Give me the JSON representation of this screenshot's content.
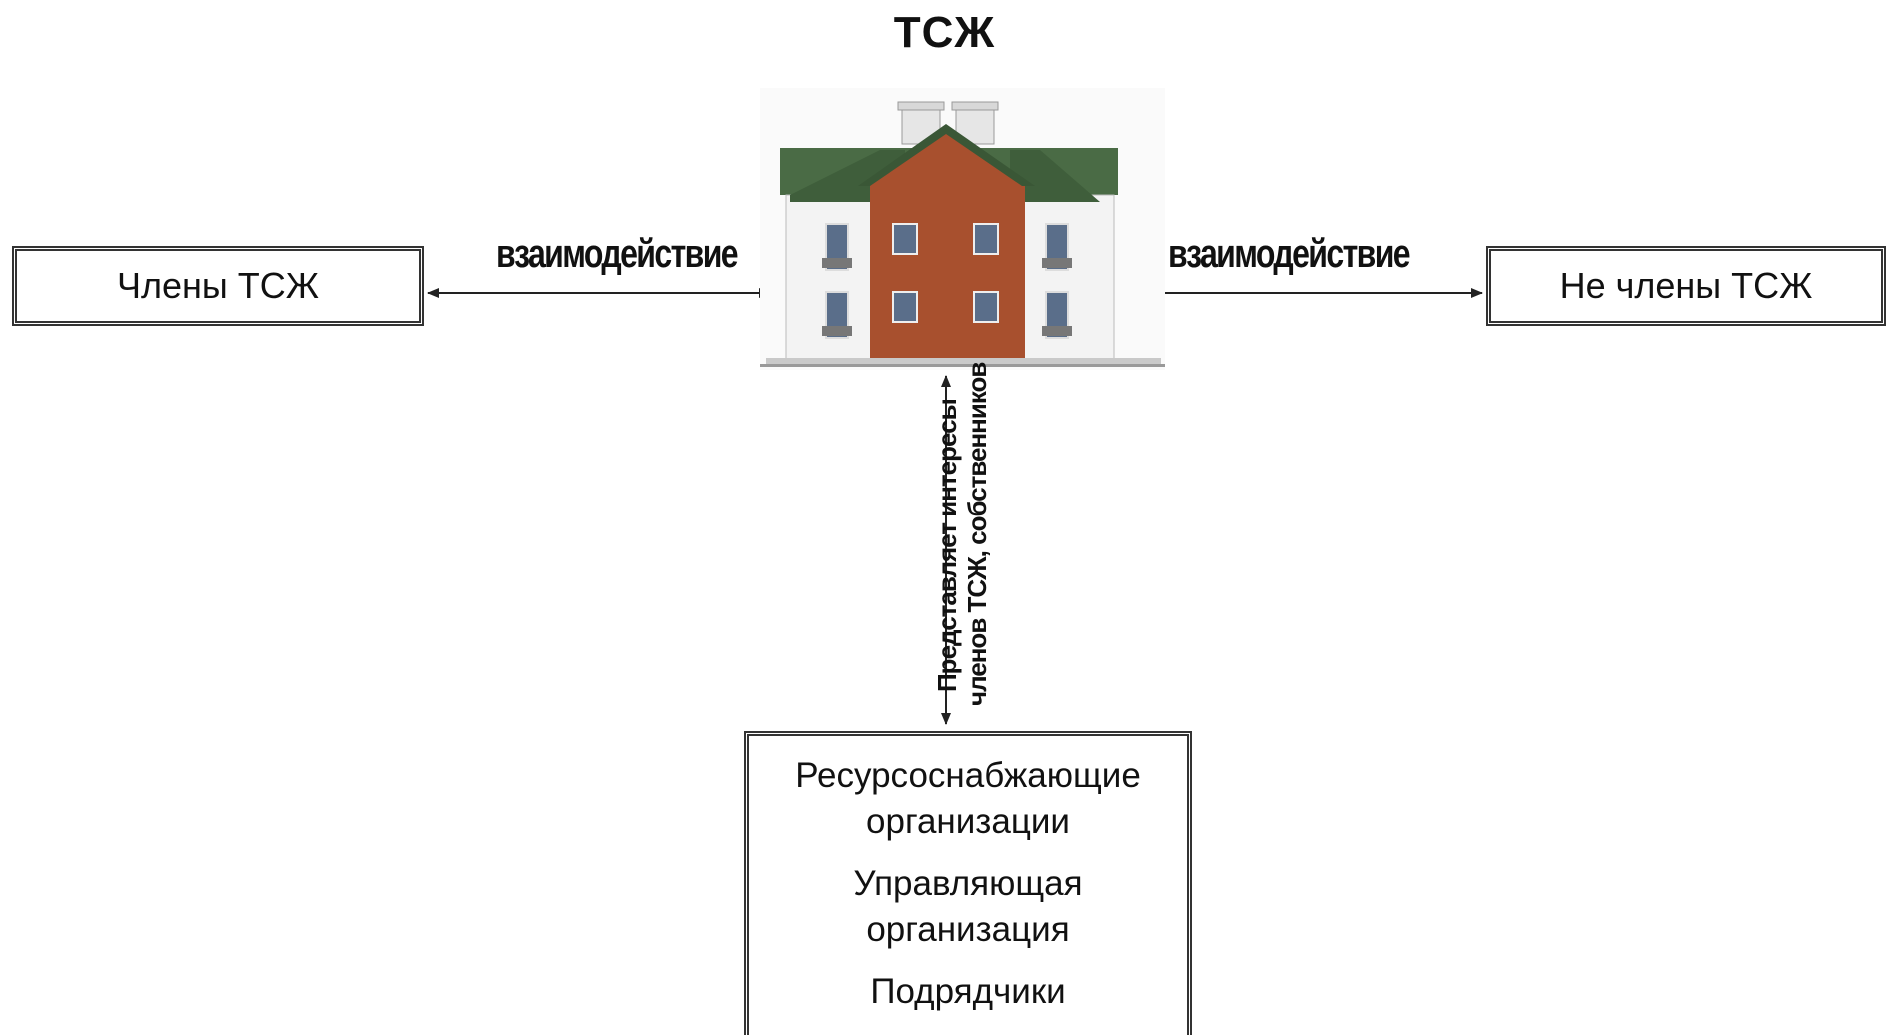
{
  "title": "ТСЖ",
  "nodes": {
    "left": "Члены ТСЖ",
    "right": "Не члены ТСЖ",
    "bottom": {
      "line1": "Ресурсоснабжающие",
      "line2": "организации",
      "line3": "Управляющая",
      "line4": "организация",
      "line5": "Подрядчики"
    }
  },
  "edges": {
    "left_label": "взаимодействие",
    "right_label": "взаимодействие",
    "vertical_label_1": "Представляет интересы",
    "vertical_label_2": "членов ТСЖ, собственников"
  },
  "icons": {
    "center": "apartment-building-icon"
  },
  "colors": {
    "roof": "#4a6b45",
    "brick": "#a8502e",
    "wall": "#f4f4f4",
    "line": "#222222"
  }
}
